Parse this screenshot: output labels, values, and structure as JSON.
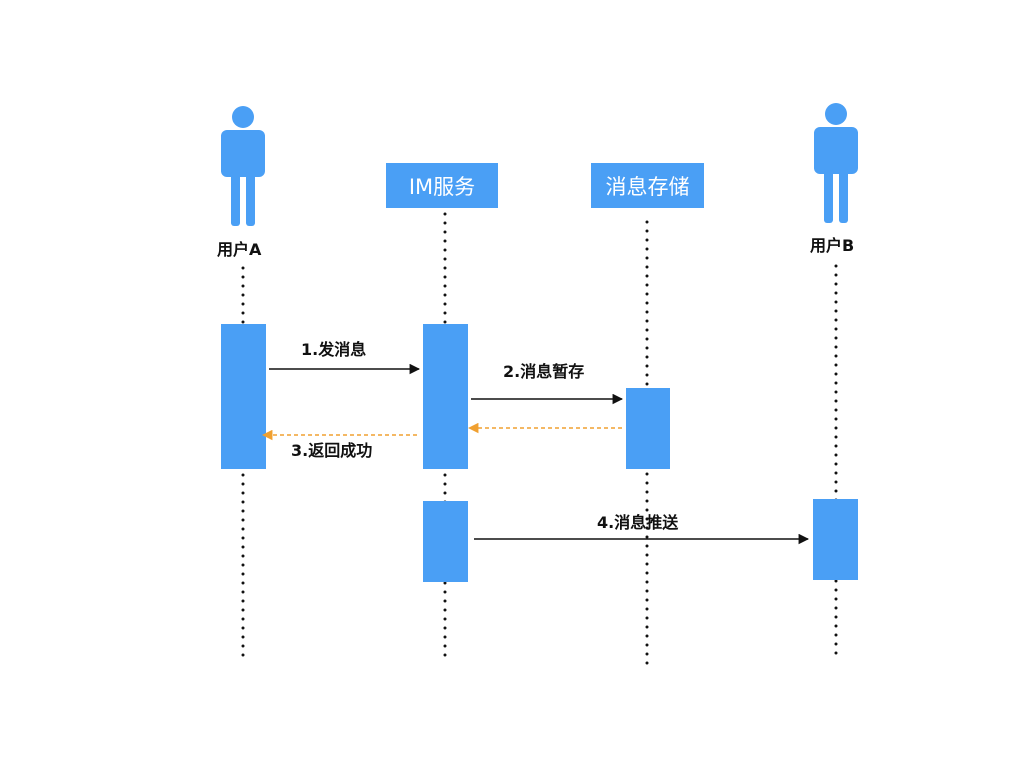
{
  "participants": {
    "user_a": "用户A",
    "im_service": "IM服务",
    "message_store": "消息存储",
    "user_b": "用户B"
  },
  "messages": {
    "m1": "1.发消息",
    "m2": "2.消息暂存",
    "m3": "3.返回成功",
    "m4": "4.消息推送"
  },
  "colors": {
    "box": "#4a9ff5",
    "arrow": "#111111",
    "return_arrow": "#f0a030",
    "lifeline": "#111111"
  },
  "icons": {
    "actor": "person-icon"
  }
}
